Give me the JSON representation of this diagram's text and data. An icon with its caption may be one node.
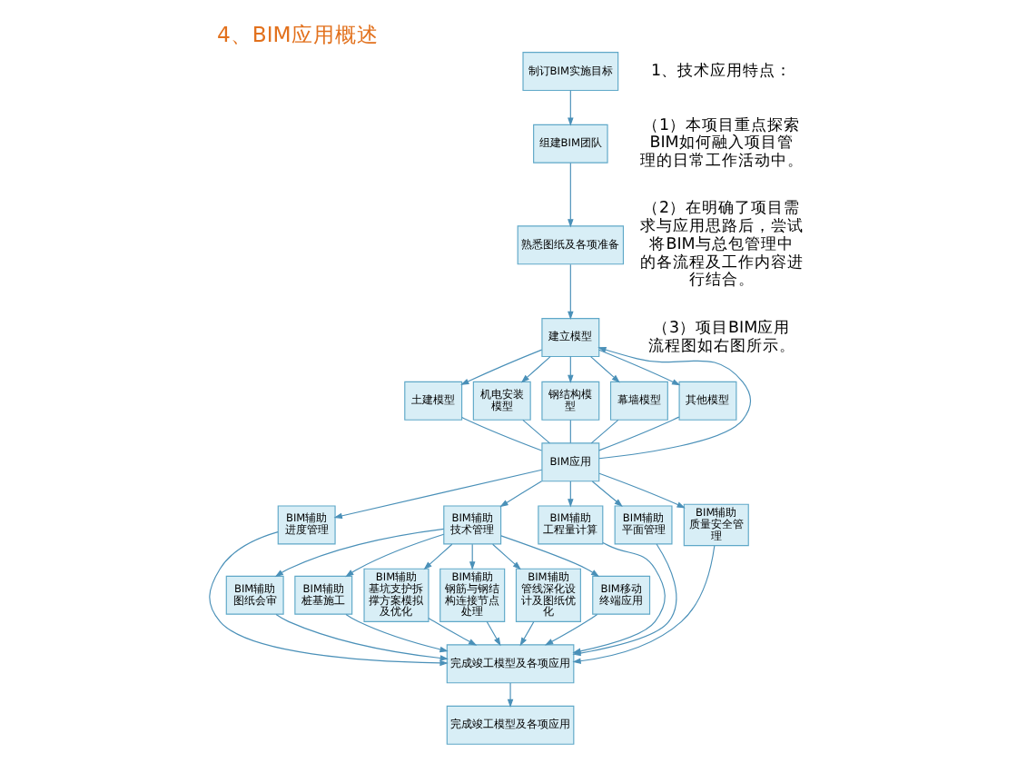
{
  "diagram": {
    "title": "4、BIM应用概述",
    "nodes": [
      {
        "text": [
          "制订BIM实施目标"
        ]
      },
      {
        "text": [
          "组建BIM团队"
        ]
      },
      {
        "text": [
          "熟悉图纸及各项准备"
        ]
      },
      {
        "text": [
          "建立模型"
        ]
      },
      {
        "text": [
          "土建模型"
        ]
      },
      {
        "text": [
          "机电安装模型"
        ]
      },
      {
        "text": [
          "钢结构模型"
        ]
      },
      {
        "text": [
          "幕墙模型"
        ]
      },
      {
        "text": [
          "其他模型"
        ]
      },
      {
        "text": [
          "BIM应用"
        ]
      },
      {
        "text": [
          "BIM辅助进度管理"
        ]
      },
      {
        "text": [
          "BIM辅助技术管理"
        ]
      },
      {
        "text": [
          "BIM辅助工程量计算"
        ]
      },
      {
        "text": [
          "BIM辅助平面管理"
        ]
      },
      {
        "text": [
          "BIM辅助质量安全管理"
        ]
      },
      {
        "text": [
          "BIM辅助图纸会审"
        ]
      },
      {
        "text": [
          "BIM辅助桩基施工"
        ]
      },
      {
        "text": [
          "BIM辅助基坑支护拆撑方案模拟及优化"
        ]
      },
      {
        "text": [
          "BIM辅助钢筋与钢结构连接节点处理"
        ]
      },
      {
        "text": [
          "BIM辅助管线深化设计及图纸优化"
        ]
      },
      {
        "text": [
          "BIM移动终端应用"
        ]
      },
      {
        "text": [
          "完成竣工模型及各项应用"
        ]
      },
      {
        "text": [
          "完成竣工模型及各项应用"
        ]
      }
    ],
    "edges": [
      {
        "from": 0,
        "to": 1,
        "arrow": "to"
      },
      {
        "from": 1,
        "to": 2,
        "arrow": "to"
      },
      {
        "from": 2,
        "to": 3,
        "arrow": "to"
      },
      {
        "from": 3,
        "to": 4,
        "arrow": "to"
      },
      {
        "from": 3,
        "to": 5,
        "arrow": "to"
      },
      {
        "from": 3,
        "to": 6,
        "arrow": "to"
      },
      {
        "from": 3,
        "to": 7,
        "arrow": "to"
      },
      {
        "from": 3,
        "to": 8,
        "arrow": "to"
      },
      {
        "from": 4,
        "to": 9,
        "arrow": "none"
      },
      {
        "from": 5,
        "to": 9,
        "arrow": "none"
      },
      {
        "from": 6,
        "to": 9,
        "arrow": "none"
      },
      {
        "from": 7,
        "to": 9,
        "arrow": "none"
      },
      {
        "from": 8,
        "to": 9,
        "arrow": "none"
      },
      {
        "from": 9,
        "to": 3,
        "arrow": "to"
      },
      {
        "from": 9,
        "to": 10,
        "arrow": "to"
      },
      {
        "from": 9,
        "to": 11,
        "arrow": "to"
      },
      {
        "from": 9,
        "to": 12,
        "arrow": "to"
      },
      {
        "from": 9,
        "to": 13,
        "arrow": "to"
      },
      {
        "from": 9,
        "to": 14,
        "arrow": "to"
      },
      {
        "from": 11,
        "to": 15,
        "arrow": "to"
      },
      {
        "from": 11,
        "to": 16,
        "arrow": "to"
      },
      {
        "from": 11,
        "to": 17,
        "arrow": "to"
      },
      {
        "from": 11,
        "to": 18,
        "arrow": "to"
      },
      {
        "from": 11,
        "to": 19,
        "arrow": "to"
      },
      {
        "from": 11,
        "to": 20,
        "arrow": "to"
      },
      {
        "from": 10,
        "to": 21,
        "arrow": "to"
      },
      {
        "from": 15,
        "to": 21,
        "arrow": "to"
      },
      {
        "from": 16,
        "to": 21,
        "arrow": "to"
      },
      {
        "from": 17,
        "to": 21,
        "arrow": "to"
      },
      {
        "from": 18,
        "to": 21,
        "arrow": "to"
      },
      {
        "from": 19,
        "to": 21,
        "arrow": "to"
      },
      {
        "from": 20,
        "to": 21,
        "arrow": "to"
      },
      {
        "from": 12,
        "to": 21,
        "arrow": "to"
      },
      {
        "from": 13,
        "to": 21,
        "arrow": "to"
      },
      {
        "from": 14,
        "to": 21,
        "arrow": "to"
      },
      {
        "from": 21,
        "to": 22,
        "arrow": "to"
      }
    ],
    "labels": [
      "1、技术应用特点：",
      "（1）本项目重点探索BIM如何融入项目管理的日常工作活动中。",
      "（2）在明确了项目需求与应用思路后，尝试将BIM与总包管理中的各流程及工作内容进行结合。",
      "（3）项目BIM应用流程图如右图所示。"
    ]
  }
}
